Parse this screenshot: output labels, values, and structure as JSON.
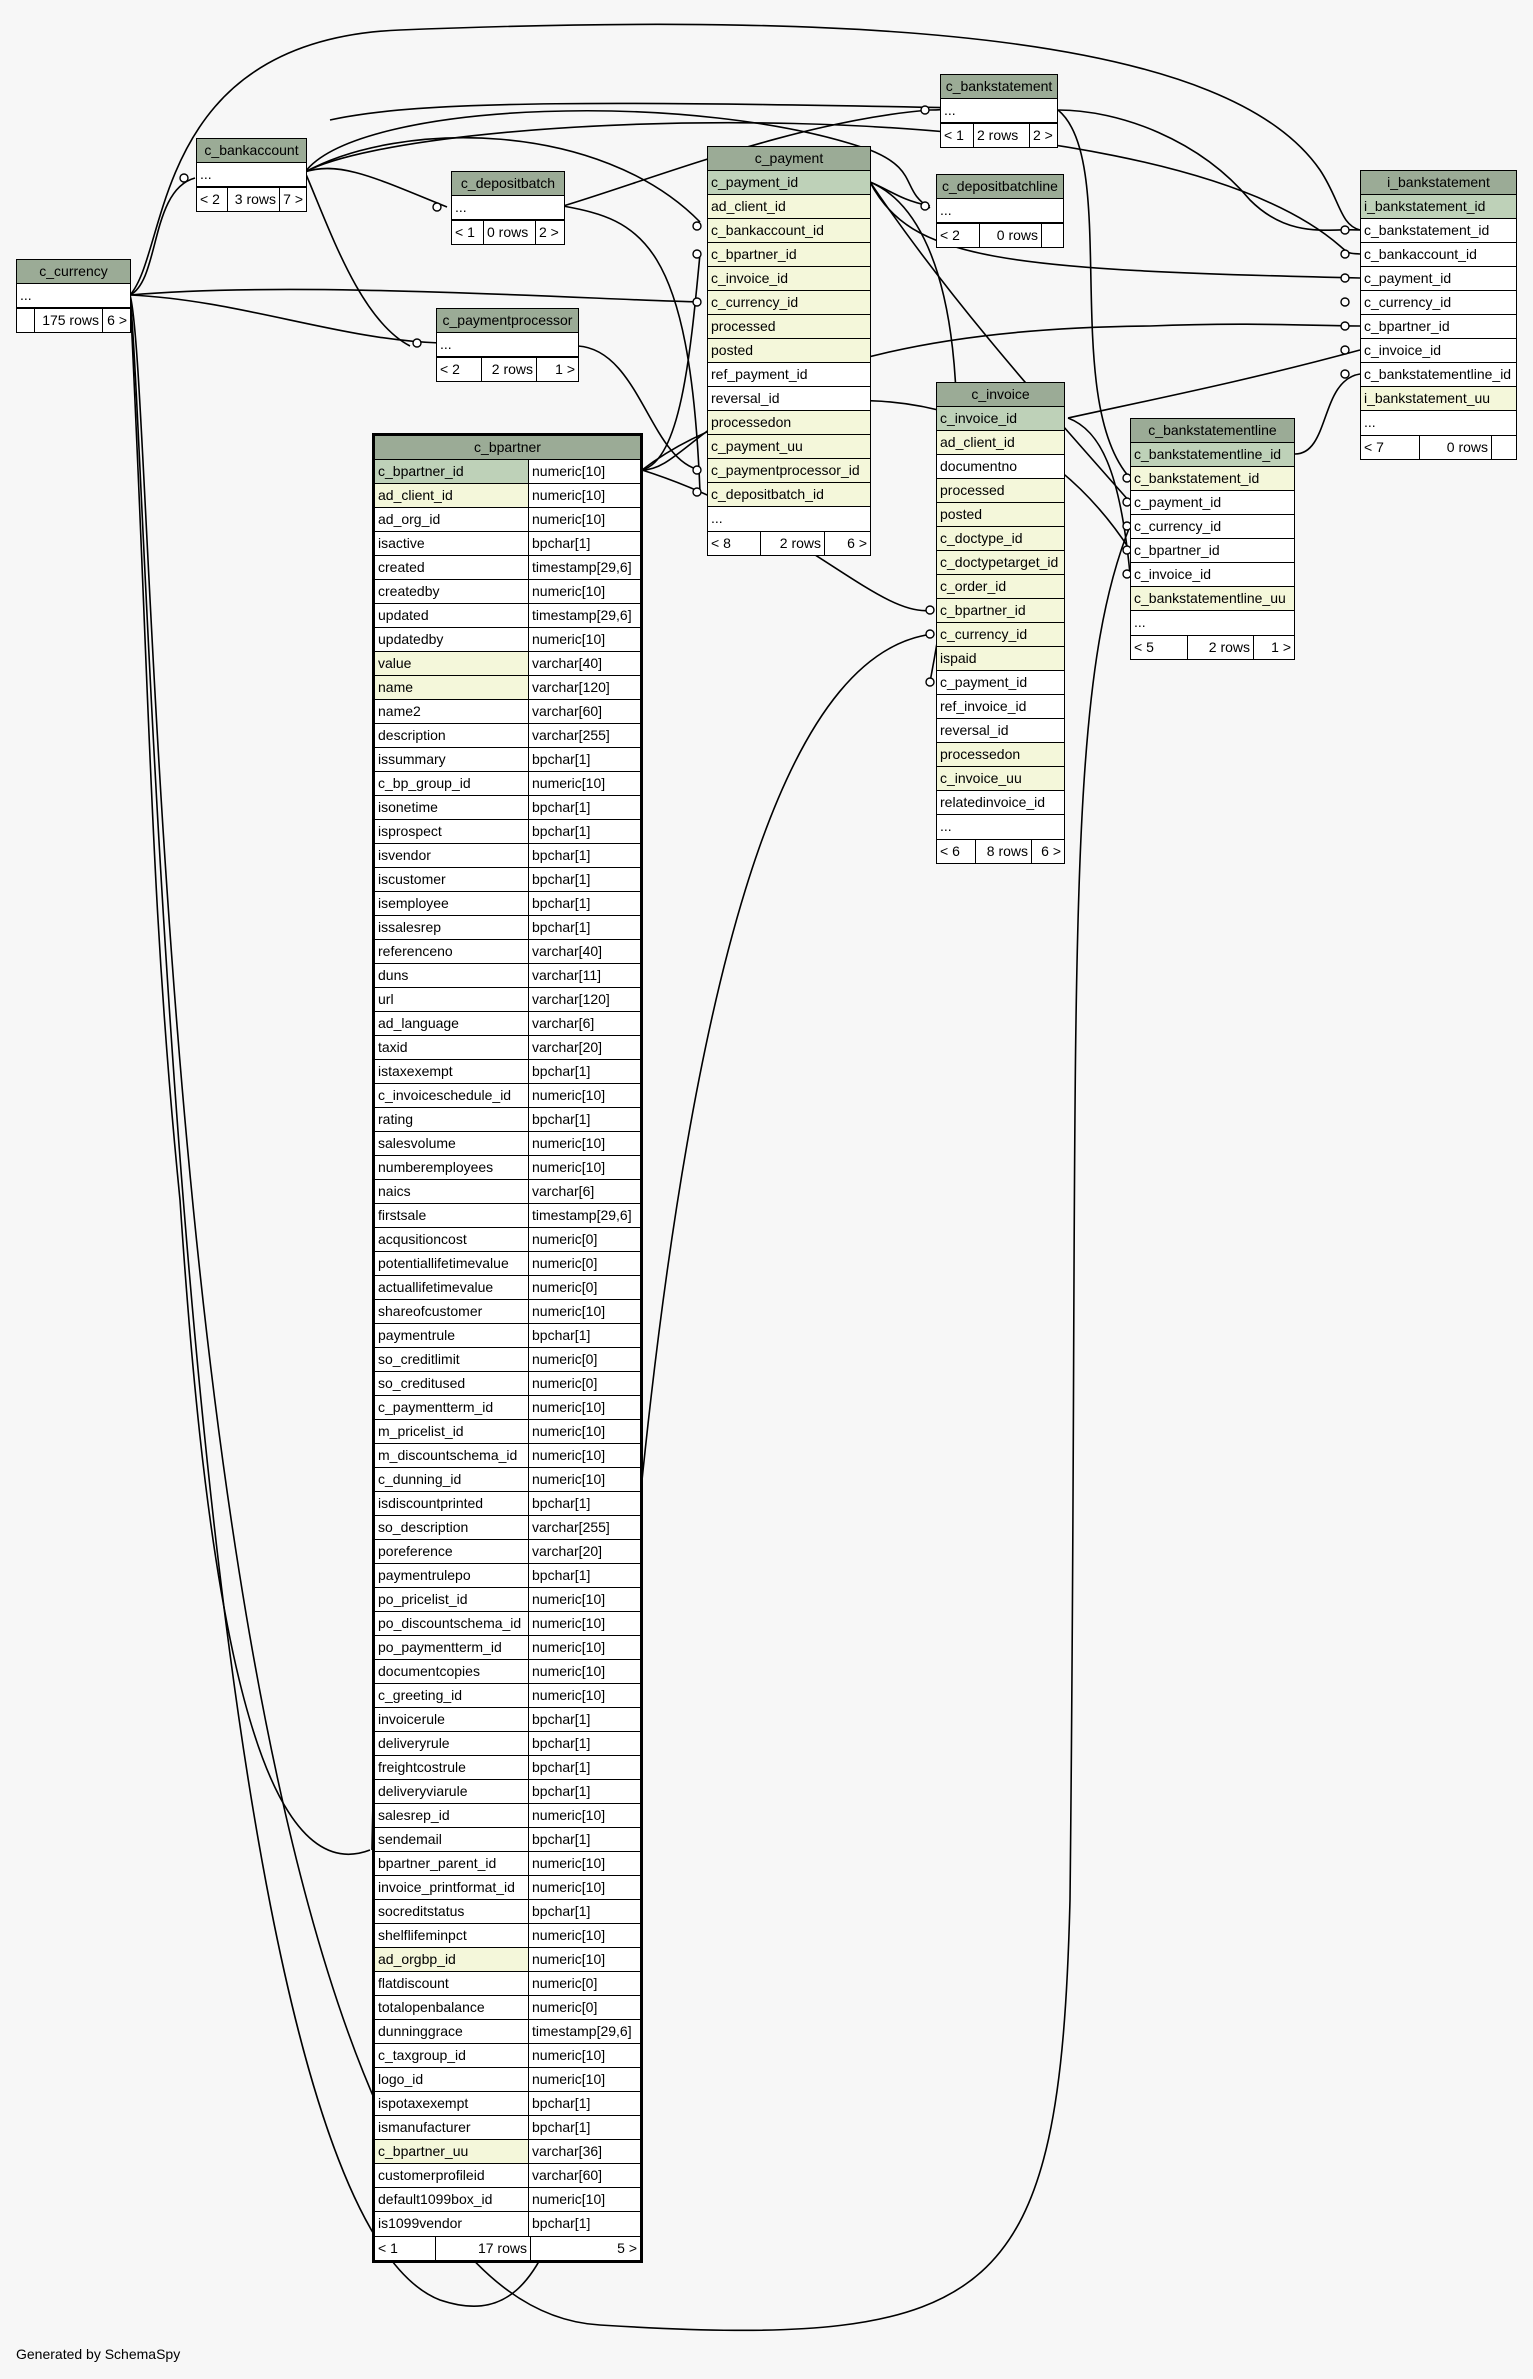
{
  "footer": "Generated by SchemaSpy",
  "colors": {
    "header": "#9bab96",
    "primary_key": "#bed1b8",
    "foreign_key": "#f4f7da",
    "background": "#f7f7f7"
  },
  "tables": {
    "c_currency": {
      "name": "c_currency",
      "ellipsis": "...",
      "foot": [
        "",
        "175 rows",
        "6 >"
      ]
    },
    "c_bankaccount": {
      "name": "c_bankaccount",
      "ellipsis": "...",
      "foot": [
        "< 2",
        "3 rows",
        "7 >"
      ]
    },
    "c_depositbatch": {
      "name": "c_depositbatch",
      "ellipsis": "...",
      "foot": [
        "< 1",
        "0 rows",
        "2 >"
      ]
    },
    "c_paymentprocessor": {
      "name": "c_paymentprocessor",
      "ellipsis": "...",
      "foot": [
        "< 2",
        "2 rows",
        "1 >"
      ]
    },
    "c_bankstatement": {
      "name": "c_bankstatement",
      "ellipsis": "...",
      "foot": [
        "< 1",
        "2 rows",
        "2 >"
      ]
    },
    "c_depositbatchline": {
      "name": "c_depositbatchline",
      "ellipsis": "...",
      "foot": [
        "< 2",
        "0 rows",
        ""
      ]
    },
    "c_payment": {
      "name": "c_payment",
      "columns": [
        "c_payment_id",
        "ad_client_id",
        "c_bankaccount_id",
        "c_bpartner_id",
        "c_invoice_id",
        "c_currency_id",
        "processed",
        "posted",
        "ref_payment_id",
        "reversal_id",
        "processedon",
        "c_payment_uu",
        "c_paymentprocessor_id",
        "c_depositbatch_id",
        "..."
      ],
      "foot": [
        "< 8",
        "2 rows",
        "6 >"
      ]
    },
    "c_invoice": {
      "name": "c_invoice",
      "columns": [
        "c_invoice_id",
        "ad_client_id",
        "documentno",
        "processed",
        "posted",
        "c_doctype_id",
        "c_doctypetarget_id",
        "c_order_id",
        "c_bpartner_id",
        "c_currency_id",
        "ispaid",
        "c_payment_id",
        "ref_invoice_id",
        "reversal_id",
        "processedon",
        "c_invoice_uu",
        "relatedinvoice_id",
        "..."
      ],
      "foot": [
        "< 6",
        "8 rows",
        "6 >"
      ]
    },
    "c_bankstatementline": {
      "name": "c_bankstatementline",
      "columns": [
        "c_bankstatementline_id",
        "c_bankstatement_id",
        "c_payment_id",
        "c_currency_id",
        "c_bpartner_id",
        "c_invoice_id",
        "c_bankstatementline_uu",
        "..."
      ],
      "foot": [
        "< 5",
        "2 rows",
        "1 >"
      ]
    },
    "i_bankstatement": {
      "name": "i_bankstatement",
      "columns": [
        "i_bankstatement_id",
        "c_bankstatement_id",
        "c_bankaccount_id",
        "c_payment_id",
        "c_currency_id",
        "c_bpartner_id",
        "c_invoice_id",
        "c_bankstatementline_id",
        "i_bankstatement_uu",
        "..."
      ],
      "foot": [
        "< 7",
        "0 rows",
        ""
      ]
    },
    "c_bpartner": {
      "name": "c_bpartner",
      "columns": [
        [
          "c_bpartner_id",
          "numeric[10]"
        ],
        [
          "ad_client_id",
          "numeric[10]"
        ],
        [
          "ad_org_id",
          "numeric[10]"
        ],
        [
          "isactive",
          "bpchar[1]"
        ],
        [
          "created",
          "timestamp[29,6]"
        ],
        [
          "createdby",
          "numeric[10]"
        ],
        [
          "updated",
          "timestamp[29,6]"
        ],
        [
          "updatedby",
          "numeric[10]"
        ],
        [
          "value",
          "varchar[40]"
        ],
        [
          "name",
          "varchar[120]"
        ],
        [
          "name2",
          "varchar[60]"
        ],
        [
          "description",
          "varchar[255]"
        ],
        [
          "issummary",
          "bpchar[1]"
        ],
        [
          "c_bp_group_id",
          "numeric[10]"
        ],
        [
          "isonetime",
          "bpchar[1]"
        ],
        [
          "isprospect",
          "bpchar[1]"
        ],
        [
          "isvendor",
          "bpchar[1]"
        ],
        [
          "iscustomer",
          "bpchar[1]"
        ],
        [
          "isemployee",
          "bpchar[1]"
        ],
        [
          "issalesrep",
          "bpchar[1]"
        ],
        [
          "referenceno",
          "varchar[40]"
        ],
        [
          "duns",
          "varchar[11]"
        ],
        [
          "url",
          "varchar[120]"
        ],
        [
          "ad_language",
          "varchar[6]"
        ],
        [
          "taxid",
          "varchar[20]"
        ],
        [
          "istaxexempt",
          "bpchar[1]"
        ],
        [
          "c_invoiceschedule_id",
          "numeric[10]"
        ],
        [
          "rating",
          "bpchar[1]"
        ],
        [
          "salesvolume",
          "numeric[10]"
        ],
        [
          "numberemployees",
          "numeric[10]"
        ],
        [
          "naics",
          "varchar[6]"
        ],
        [
          "firstsale",
          "timestamp[29,6]"
        ],
        [
          "acqusitioncost",
          "numeric[0]"
        ],
        [
          "potentiallifetimevalue",
          "numeric[0]"
        ],
        [
          "actuallifetimevalue",
          "numeric[0]"
        ],
        [
          "shareofcustomer",
          "numeric[10]"
        ],
        [
          "paymentrule",
          "bpchar[1]"
        ],
        [
          "so_creditlimit",
          "numeric[0]"
        ],
        [
          "so_creditused",
          "numeric[0]"
        ],
        [
          "c_paymentterm_id",
          "numeric[10]"
        ],
        [
          "m_pricelist_id",
          "numeric[10]"
        ],
        [
          "m_discountschema_id",
          "numeric[10]"
        ],
        [
          "c_dunning_id",
          "numeric[10]"
        ],
        [
          "isdiscountprinted",
          "bpchar[1]"
        ],
        [
          "so_description",
          "varchar[255]"
        ],
        [
          "poreference",
          "varchar[20]"
        ],
        [
          "paymentrulepo",
          "bpchar[1]"
        ],
        [
          "po_pricelist_id",
          "numeric[10]"
        ],
        [
          "po_discountschema_id",
          "numeric[10]"
        ],
        [
          "po_paymentterm_id",
          "numeric[10]"
        ],
        [
          "documentcopies",
          "numeric[10]"
        ],
        [
          "c_greeting_id",
          "numeric[10]"
        ],
        [
          "invoicerule",
          "bpchar[1]"
        ],
        [
          "deliveryrule",
          "bpchar[1]"
        ],
        [
          "freightcostrule",
          "bpchar[1]"
        ],
        [
          "deliveryviarule",
          "bpchar[1]"
        ],
        [
          "salesrep_id",
          "numeric[10]"
        ],
        [
          "sendemail",
          "bpchar[1]"
        ],
        [
          "bpartner_parent_id",
          "numeric[10]"
        ],
        [
          "invoice_printformat_id",
          "numeric[10]"
        ],
        [
          "socreditstatus",
          "bpchar[1]"
        ],
        [
          "shelflifeminpct",
          "numeric[10]"
        ],
        [
          "ad_orgbp_id",
          "numeric[10]"
        ],
        [
          "flatdiscount",
          "numeric[0]"
        ],
        [
          "totalopenbalance",
          "numeric[0]"
        ],
        [
          "dunninggrace",
          "timestamp[29,6]"
        ],
        [
          "c_taxgroup_id",
          "numeric[10]"
        ],
        [
          "logo_id",
          "numeric[10]"
        ],
        [
          "ispotaxexempt",
          "bpchar[1]"
        ],
        [
          "ismanufacturer",
          "bpchar[1]"
        ],
        [
          "c_bpartner_uu",
          "varchar[36]"
        ],
        [
          "customerprofileid",
          "varchar[60]"
        ],
        [
          "default1099box_id",
          "numeric[10]"
        ],
        [
          "is1099vendor",
          "bpchar[1]"
        ]
      ],
      "foot": [
        "< 1",
        "17 rows",
        "5 >"
      ]
    }
  }
}
